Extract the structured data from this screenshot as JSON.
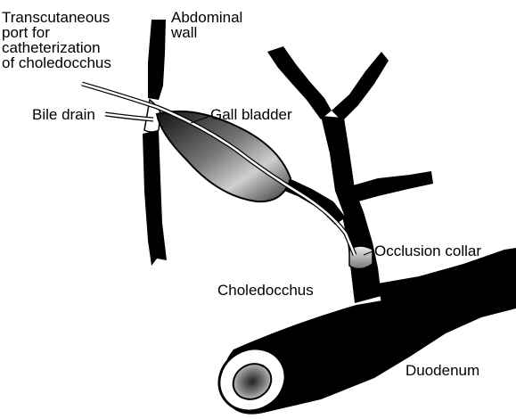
{
  "labels": {
    "transcutaneous_port": [
      "Transcutaneous",
      "port for",
      "catheterization",
      "of choledocchus"
    ],
    "abdominal_wall": [
      "Abdominal",
      "wall"
    ],
    "bile_drain": "Bile drain",
    "gall_bladder": "Gall bladder",
    "occlusion_collar": "Occlusion collar",
    "choledocchus": "Choledocchus",
    "duodenum": "Duodenum"
  },
  "colors": {
    "ink": "#000000",
    "paper": "#ffffff"
  }
}
